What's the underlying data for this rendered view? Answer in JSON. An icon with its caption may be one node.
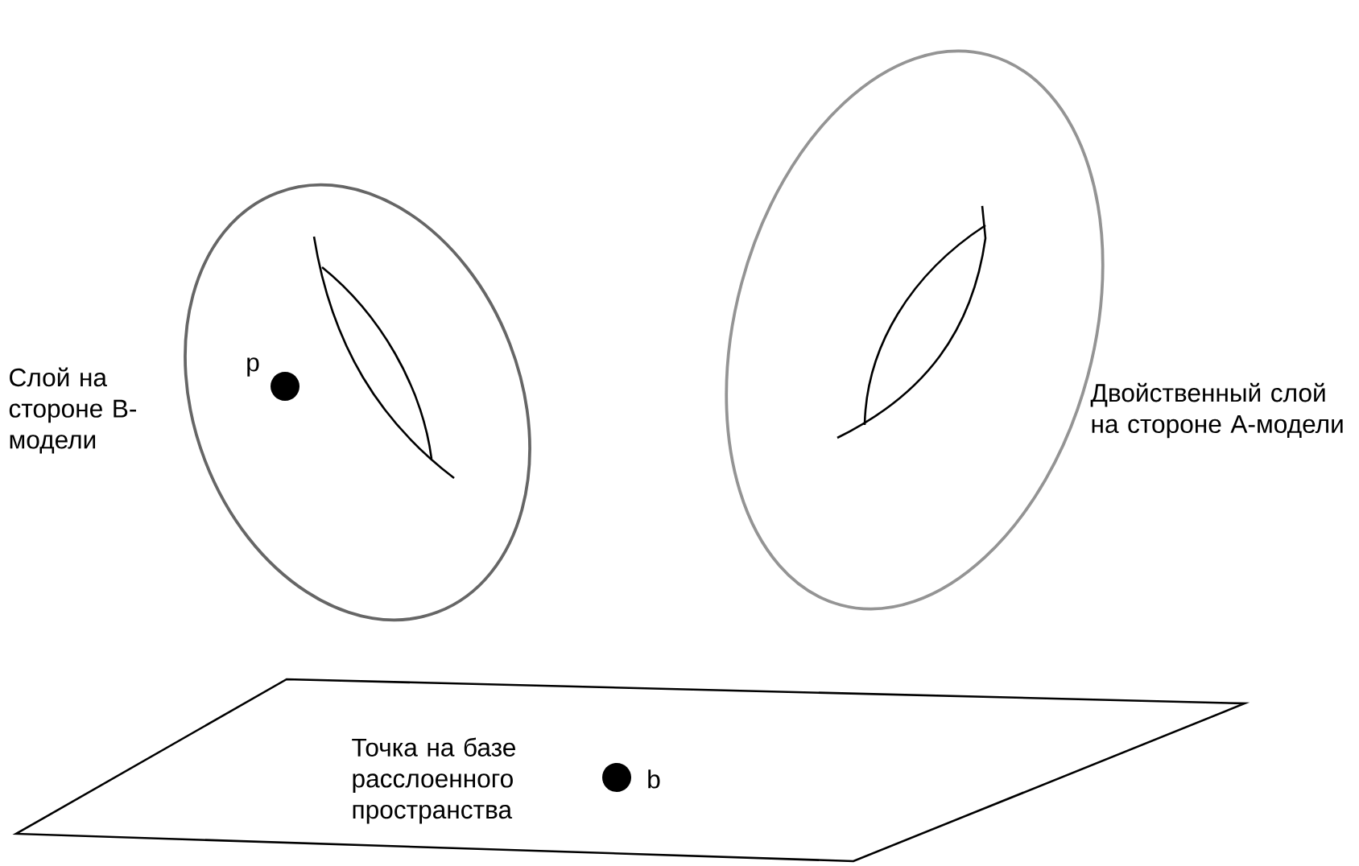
{
  "diagram": {
    "nodes": [
      {
        "text": [],
        "shape": "ellipse",
        "beside": [
          "Слой на стороне B-модели"
        ]
      },
      {
        "text": [],
        "shape": "ellipse",
        "beside": [
          "Двойственный слой на стороне A-модели"
        ]
      },
      {
        "text": [
          "Точка на базе расслоенного пространства"
        ]
      }
    ],
    "labels": [
      "p",
      "b"
    ]
  }
}
